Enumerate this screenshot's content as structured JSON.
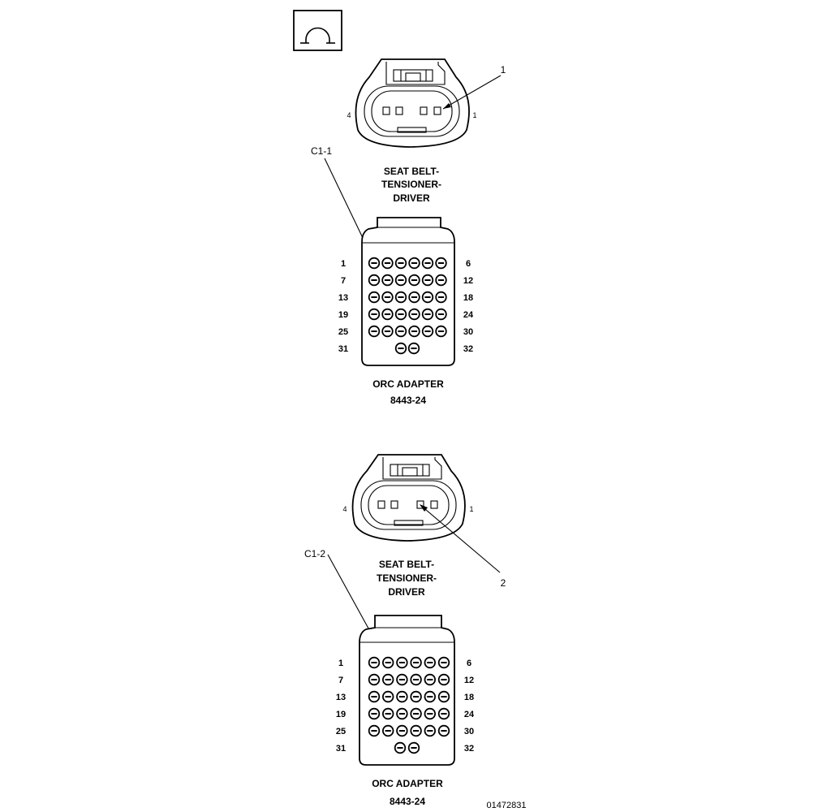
{
  "symbol": {
    "icon": "ohm-icon"
  },
  "diagrams": [
    {
      "connector": {
        "name_lines": [
          "SEAT BELT-",
          "TENSIONER-",
          "DRIVER"
        ],
        "pin_left": "4",
        "pin_right": "1"
      },
      "callout_top": "1",
      "adapter_callout": "C1-1",
      "adapter": {
        "name": "ORC ADAPTER",
        "part": "8443-24",
        "rows": [
          {
            "left": "1",
            "right": "6"
          },
          {
            "left": "7",
            "right": "12"
          },
          {
            "left": "13",
            "right": "18"
          },
          {
            "left": "19",
            "right": "24"
          },
          {
            "left": "25",
            "right": "30"
          },
          {
            "left": "31",
            "right": "32"
          }
        ]
      }
    },
    {
      "connector": {
        "name_lines": [
          "SEAT BELT-",
          "TENSIONER-",
          "DRIVER"
        ],
        "pin_left": "4",
        "pin_right": "1"
      },
      "callout_top": "2",
      "adapter_callout": "C1-2",
      "adapter": {
        "name": "ORC ADAPTER",
        "part": "8443-24",
        "rows": [
          {
            "left": "1",
            "right": "6"
          },
          {
            "left": "7",
            "right": "12"
          },
          {
            "left": "13",
            "right": "18"
          },
          {
            "left": "19",
            "right": "24"
          },
          {
            "left": "25",
            "right": "30"
          },
          {
            "left": "31",
            "right": "32"
          }
        ]
      }
    }
  ],
  "figure_id": "01472831"
}
